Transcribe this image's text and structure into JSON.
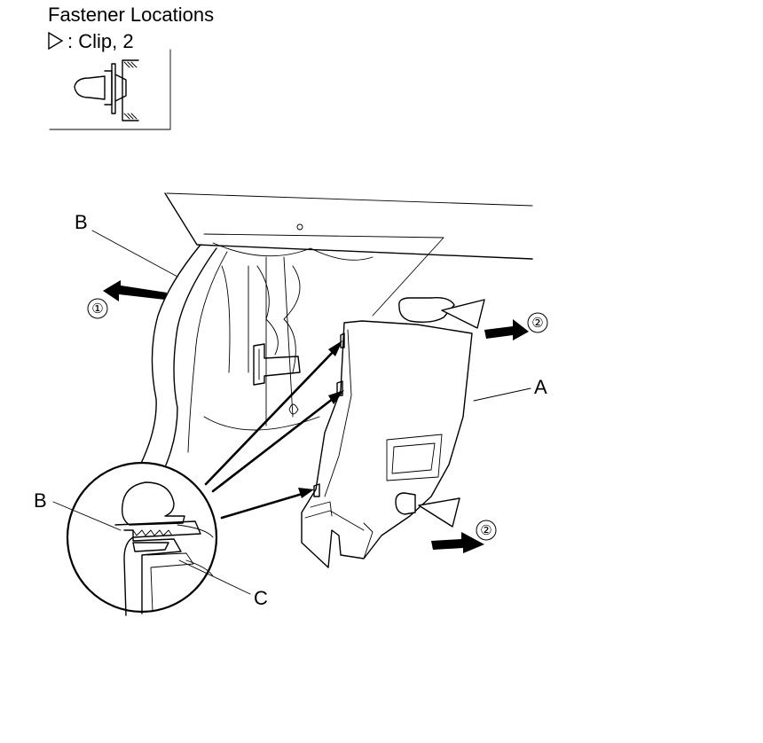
{
  "legend": {
    "title": "Fastener Locations",
    "clip_label": ": Clip, 2"
  },
  "labels": {
    "part_a": "A",
    "part_b_top": "B",
    "part_b_detail": "B",
    "part_c": "C",
    "step_1": "①",
    "step_2_upper": "②",
    "step_2_lower": "②"
  },
  "icons": {
    "clip_marker": "open-triangle",
    "direction": "solid-arrow"
  }
}
